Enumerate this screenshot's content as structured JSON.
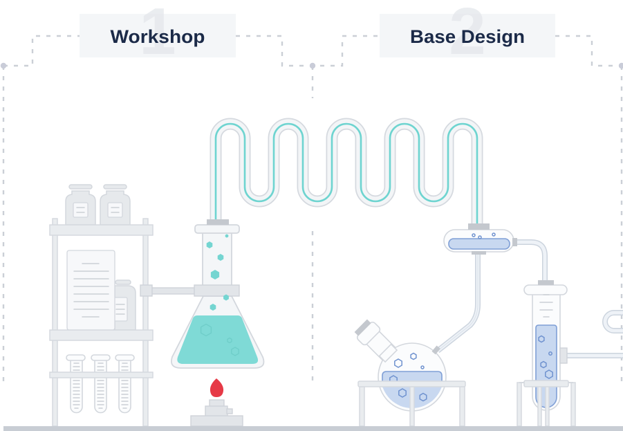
{
  "steps": [
    {
      "number": "1",
      "label": "Workshop"
    },
    {
      "number": "2",
      "label": "Base Design"
    }
  ],
  "illustration": {
    "theme": "chemistry laboratory process",
    "components": [
      "shelf-with-jars-icon",
      "document-icon",
      "test-tube-rack-icon",
      "erlenmeyer-flask-icon",
      "bunsen-burner-icon",
      "coiled-condenser-tube-icon",
      "separator-vessel-icon",
      "round-bottom-flask-icon",
      "test-tube-on-stand-icon"
    ]
  },
  "colors": {
    "label_text": "#1b2a48",
    "label_background": "#f4f6f8",
    "connector": "#cbcfd6",
    "teal_liquid": "#7fdad6",
    "blue_liquid": "#c8d8f0",
    "flame": "#e63946",
    "outline": "#d3d7dd",
    "floor": "#c8cdd4"
  }
}
